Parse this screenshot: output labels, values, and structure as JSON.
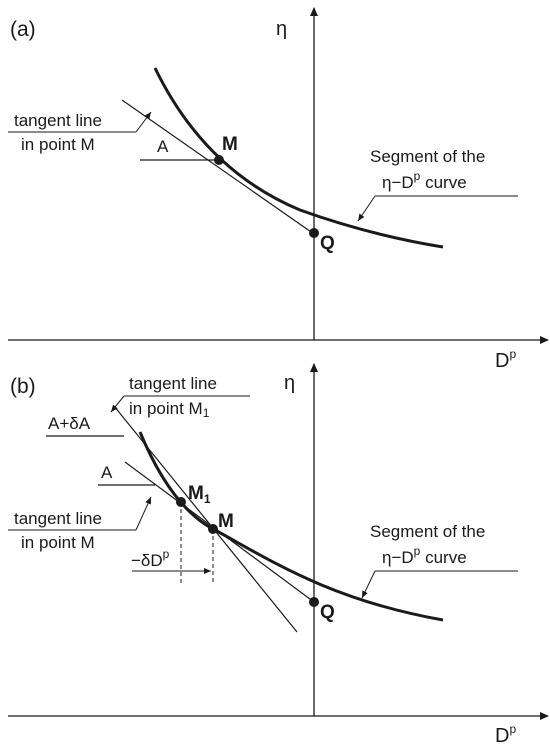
{
  "panel_a": {
    "panel_label": "(a)",
    "y_axis_label": "η",
    "x_axis_label": {
      "base": "D",
      "sup": "p"
    },
    "tangent_label": {
      "line1": "tangent line",
      "line2": "in point M"
    },
    "angle_label": "A",
    "point_m": "M",
    "point_q": "Q",
    "curve_label": {
      "line1": "Segment of the",
      "line2_pre": "η−D",
      "line2_sup": "p",
      "line2_post": " curve"
    }
  },
  "panel_b": {
    "panel_label": "(b)",
    "y_axis_label": "η",
    "x_axis_label": {
      "base": "D",
      "sup": "p"
    },
    "tangent_m1_label": {
      "line1": "tangent line",
      "line2_pre": "in point M",
      "line2_sub": "1"
    },
    "angle_delta_label": "A+δA",
    "angle_label": "A",
    "tangent_m_label": {
      "line1": "tangent line",
      "line2": "in point M"
    },
    "point_m1": {
      "base": "M",
      "sub": "1"
    },
    "point_m": "M",
    "delta_label": {
      "base": "−δD",
      "sup": "p"
    },
    "point_q": "Q",
    "curve_label": {
      "line1": "Segment of the",
      "line2_pre": "η−D",
      "line2_sup": "p",
      "line2_post": " curve"
    }
  }
}
